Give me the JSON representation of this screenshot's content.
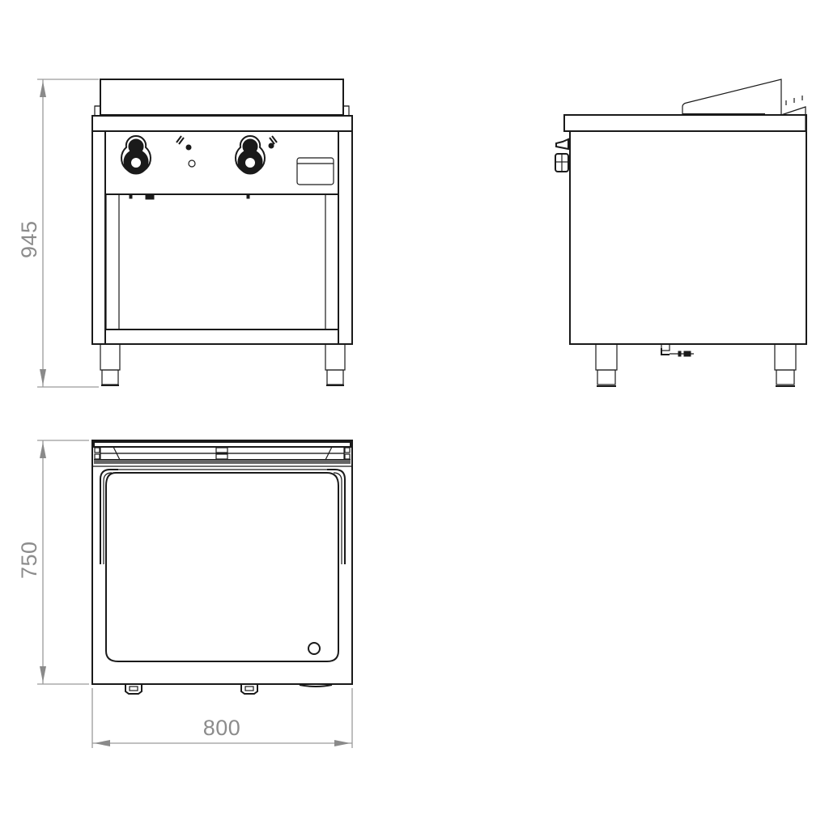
{
  "drawing": {
    "subject": "Electric/gas fry-top on open cabinet base",
    "views": [
      {
        "name": "front-view",
        "label": ""
      },
      {
        "name": "side-view",
        "label": ""
      },
      {
        "name": "top-view",
        "label": ""
      }
    ],
    "dimensions": {
      "height": "945",
      "depth": "750",
      "width": "800"
    },
    "units": "mm",
    "colors": {
      "line": "#1a1a1a",
      "dimension": "#9a9a9a",
      "background": "#ffffff"
    }
  }
}
